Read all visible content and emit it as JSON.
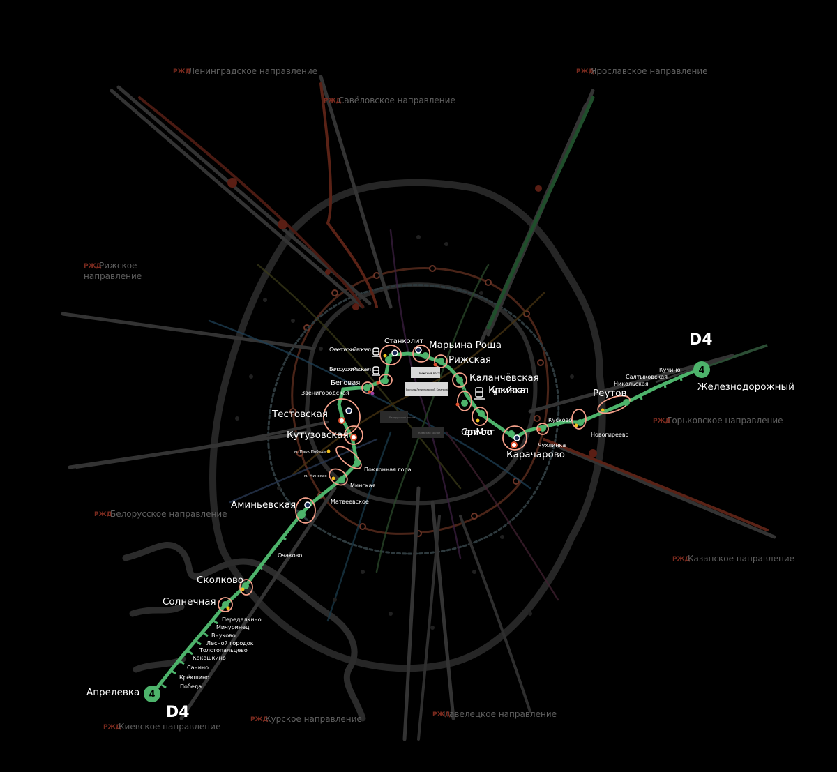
{
  "line": {
    "name": "D4",
    "number": "4",
    "color": "#4db36b",
    "terminus_west": "Апрелевка",
    "terminus_east": "Железнодорожный"
  },
  "colors": {
    "background": "#000000",
    "line": "#4db36b",
    "transfer_ring": "#f4a08a",
    "metro_dot": "#1b2a55",
    "yellow_dot": "#f3c11b",
    "mcc_ring": "#6b3426",
    "inactive": "#2e2e2e",
    "direction_label": "#5f5f5f"
  },
  "directions": {
    "leningrad": "Ленинградское направление",
    "yaroslavl": "Ярославское направление",
    "savelovo": "Савёловское направление",
    "riga": "Рижское направление",
    "gorky": "Горьковское направление",
    "belarus": "Белорусское направление",
    "kazan": "Казанское направление",
    "kursk": "Курское направление",
    "kiev": "Киевское направление",
    "paveletsk": "Павелецкое направление"
  },
  "rzd_logo": "РЖД",
  "stations": {
    "aprelevka": "Апрелевка",
    "pobeda": "Победа",
    "kryokshino": "Крёкшино",
    "sanino": "Санино",
    "kokoshkino": "Кокошкино",
    "tolstopaltsevo": "Толстопальцево",
    "lesnoy": "Лесной городок",
    "vnukovo": "Внуково",
    "michurinets": "Мичуринец",
    "peredelkino": "Переделкино",
    "solnechnaya": "Солнечная",
    "skolkovo": "Сколково",
    "ochakovo": "Очаково",
    "aminyevskaya": "Аминьевская",
    "matveevskoe": "Матвеевское",
    "minskaya": "Минская",
    "m_minskaya": "м. Минская",
    "poklonnaya": "Поклонная гора",
    "m_park_pobedy": "м. Парк Победы",
    "kutuzovskaya": "Кутузовская",
    "testovskaya": "Тестовская",
    "zvenigorodskaya": "Звенигородская",
    "begovaya": "Беговая",
    "belorussky": "Белорусский вокзал",
    "savelovsky": "Савеловский вокзал",
    "stankolit": "Станколит",
    "maryina_roshcha": "Марьина Роща",
    "rizhskaya": "Рижская",
    "kalanchevskaya": "Каланчёвская",
    "kursky": "Курский вокзал",
    "serp_molot": "Серп и Молот",
    "karacharovo": "Карачарово",
    "chukhlinka": "Чухлинка",
    "kuskovo": "Кусково",
    "novogireevo": "Новогиреево",
    "reutov": "Реутов",
    "nikolskaya": "Никольская",
    "saltykovskaya": "Салтыковская",
    "kuchino": "Кучино",
    "zheleznodorozhny": "Железнодорожный"
  },
  "terminals": {
    "rizhsky": "Рижский вокзал",
    "three_stations": "Вокзалы Ленинградский, Казанский, Ярославский",
    "belorussky_small": "Белорусский вокзал",
    "kiev_small": "Киевский вокзал",
    "paveletsky_small": "Павелецкий вокзал"
  }
}
